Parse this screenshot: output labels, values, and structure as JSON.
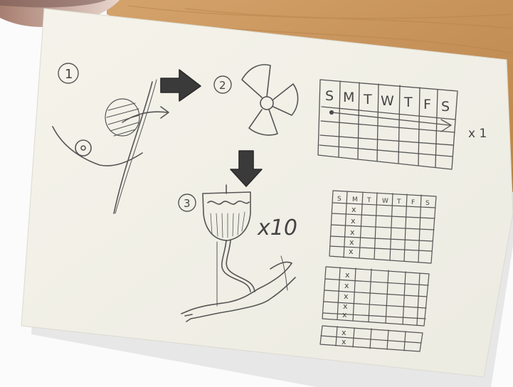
{
  "steps": {
    "one": "1",
    "two": "2",
    "three": "3"
  },
  "week_days": [
    "S",
    "M",
    "T",
    "W",
    "T",
    "F",
    "S"
  ],
  "multiplier_one": "x 1",
  "multiplier_ten": "x10",
  "mark": "x",
  "colors": {
    "table": "#c9985e",
    "paper": "#f3f1e7",
    "pencil": "#4a4a4a",
    "skin": "#d8b8a8"
  }
}
